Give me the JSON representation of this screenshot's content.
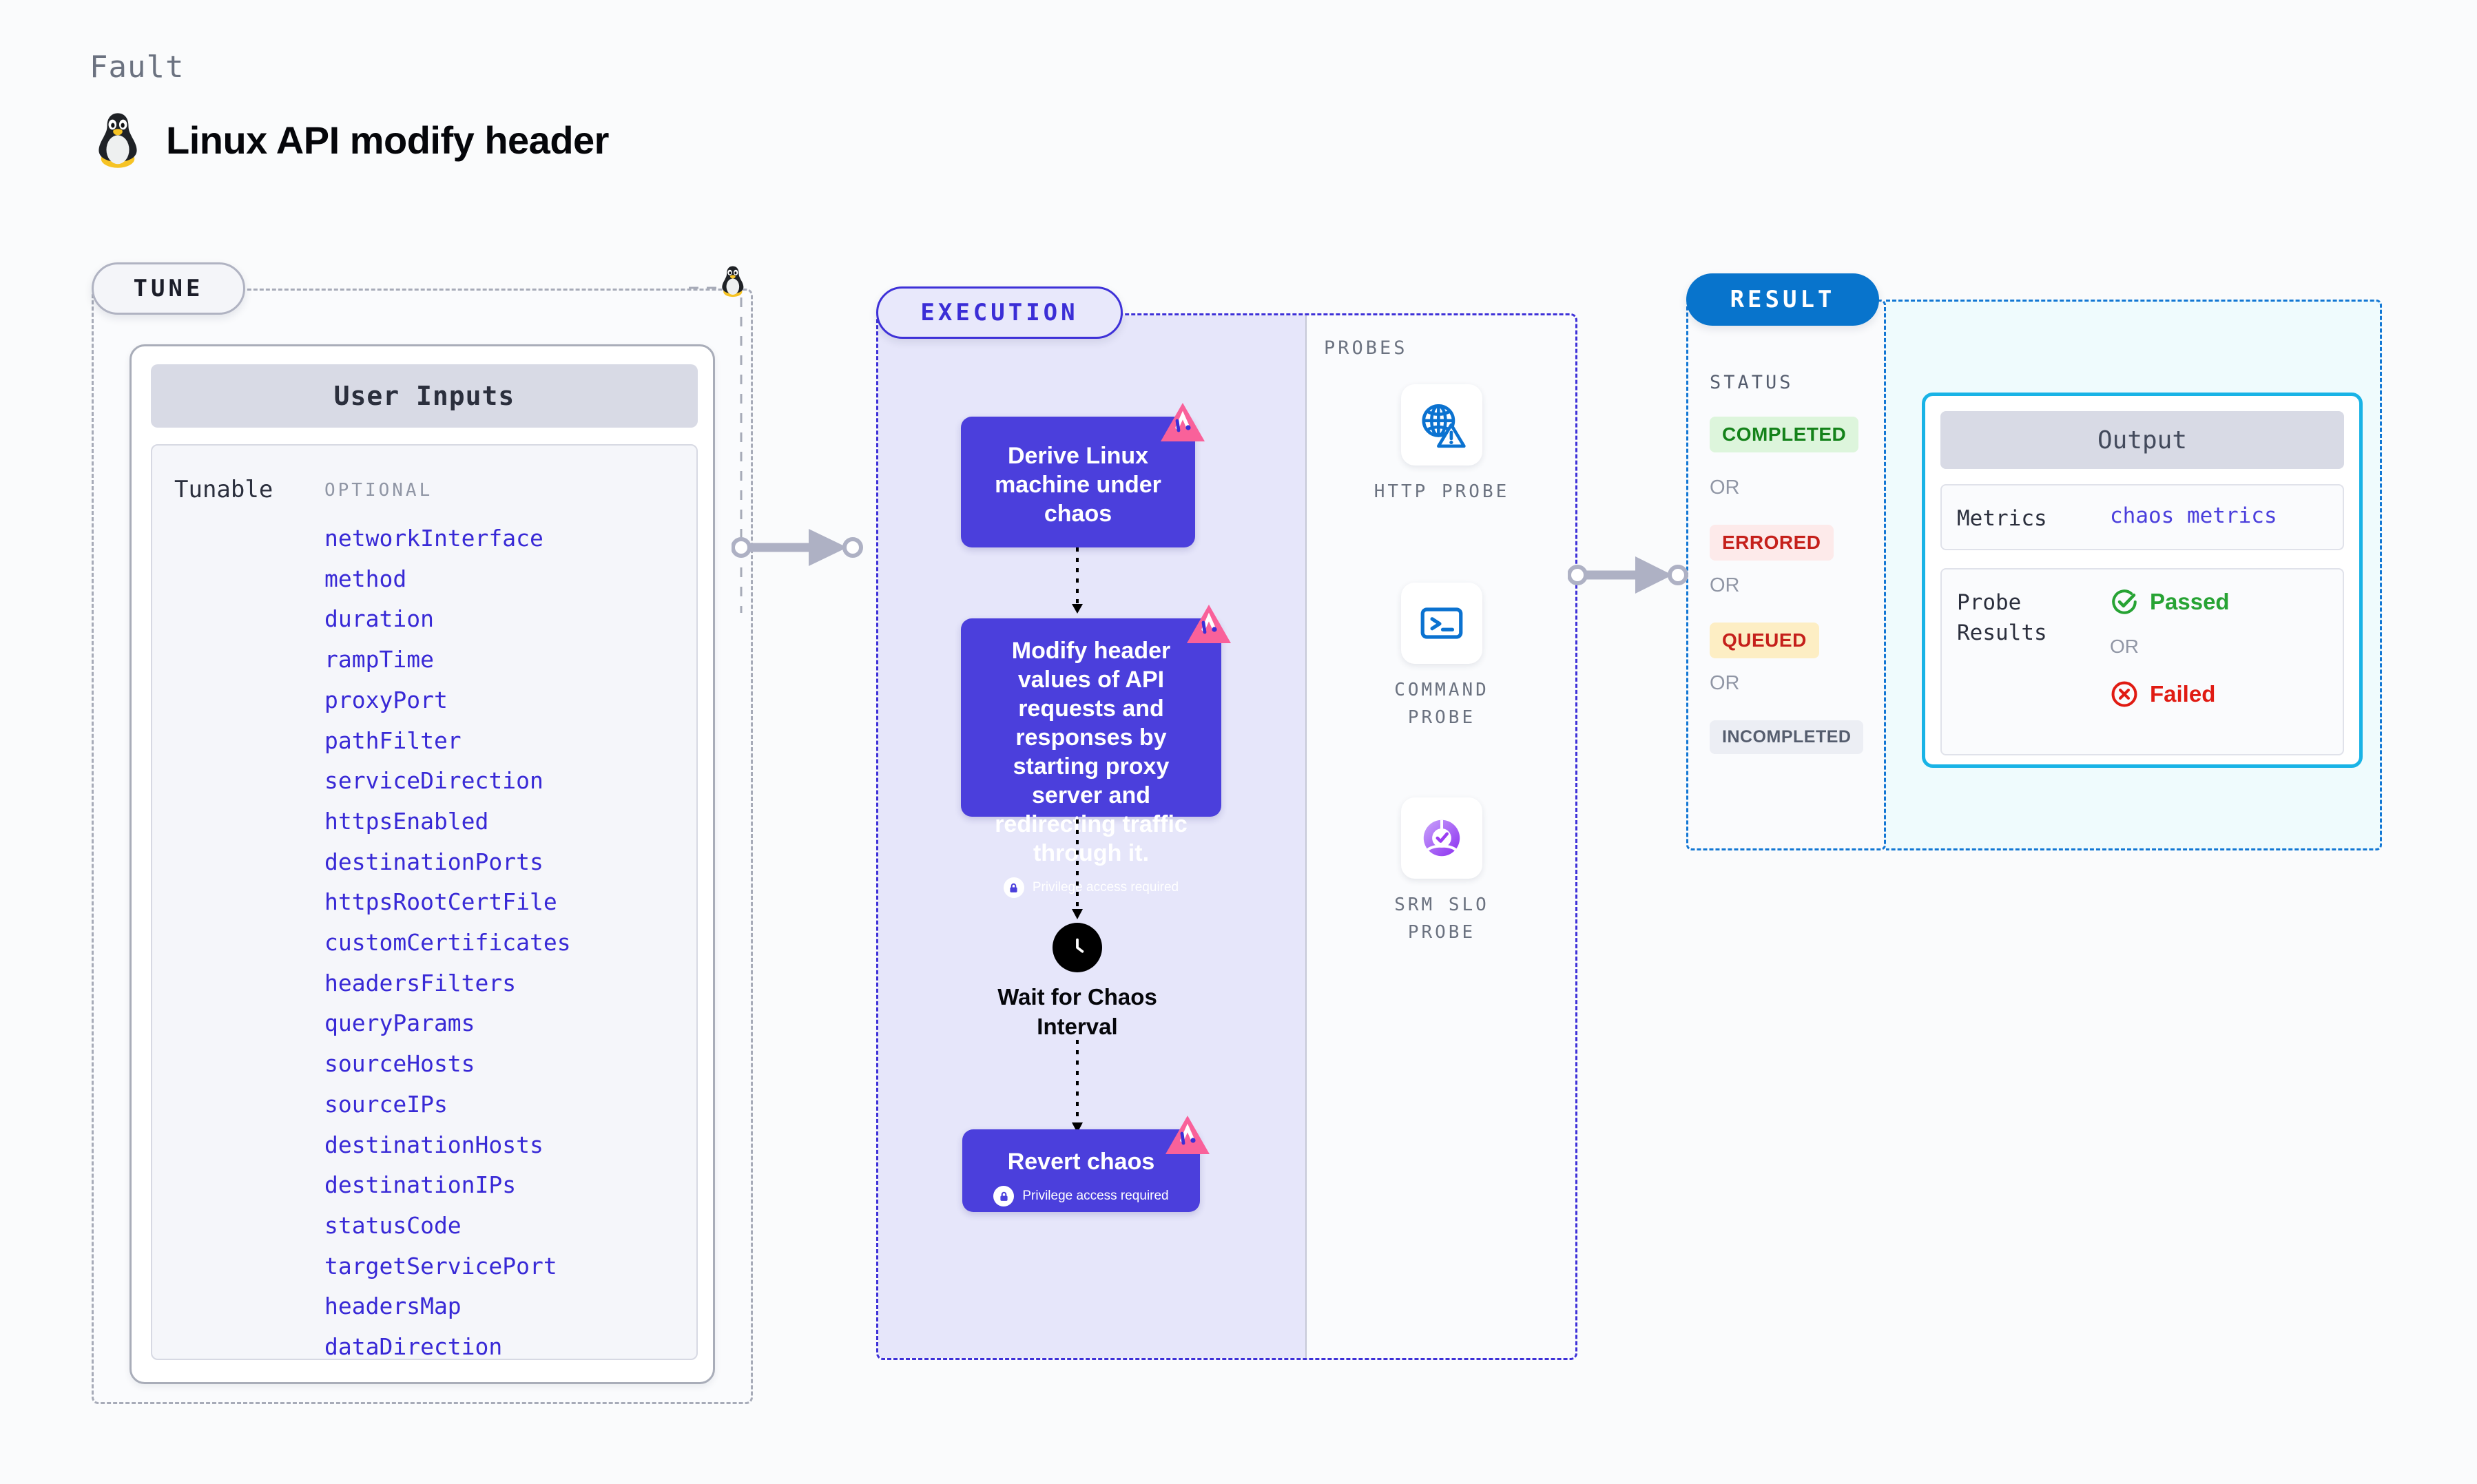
{
  "header": {
    "kicker": "Fault",
    "title": "Linux API modify header",
    "tux_icon": "linux-penguin-icon"
  },
  "tune": {
    "pill_label": "TUNE",
    "card_title": "User Inputs",
    "tunable_label": "Tunable",
    "optional_label": "OPTIONAL",
    "params": [
      "networkInterface",
      "method",
      "duration",
      "rampTime",
      "proxyPort",
      "pathFilter",
      "serviceDirection",
      "httpsEnabled",
      "destinationPorts",
      "httpsRootCertFile",
      "customCertificates",
      "headersFilters",
      "queryParams",
      "sourceHosts",
      "sourceIPs",
      "destinationHosts",
      "destinationIPs",
      "statusCode",
      "targetServicePort",
      "headersMap",
      "dataDirection"
    ]
  },
  "execution": {
    "pill_label": "EXECUTION",
    "nodes": [
      {
        "label": "Derive Linux machine under chaos",
        "privilege": null,
        "badge": "chaos-badge-icon"
      },
      {
        "label": "Modify header values of API requests and responses by starting proxy server and redirecting traffic through it.",
        "privilege": "Privilege access required",
        "badge": "chaos-badge-icon"
      },
      {
        "label": "Revert chaos",
        "privilege": "Privilege access required",
        "badge": "chaos-badge-icon"
      }
    ],
    "wait_node": {
      "label": "Wait for Chaos\nInterval",
      "icon": "clock-icon"
    }
  },
  "probes": {
    "title": "PROBES",
    "items": [
      {
        "name": "HTTP  PROBE",
        "icon": "globe-warning-icon"
      },
      {
        "name": "COMMAND\nPROBE",
        "icon": "terminal-icon"
      },
      {
        "name": "SRM  SLO\nPROBE",
        "icon": "srm-slo-donut-icon"
      }
    ]
  },
  "result": {
    "pill_label": "RESULT",
    "status_title": "STATUS",
    "or_label": "OR",
    "statuses": [
      {
        "label": "COMPLETED",
        "bg": "#ddf5dc",
        "fg": "#14821a"
      },
      {
        "label": "ERRORED",
        "bg": "#fdeaea",
        "fg": "#c5201b"
      },
      {
        "label": "QUEUED",
        "bg": "#fdeec4",
        "fg": "#c5201b"
      },
      {
        "label": "INCOMPLETED",
        "bg": "#eceef4",
        "fg": "#555d6e"
      }
    ],
    "output": {
      "title": "Output",
      "metrics_key": "Metrics",
      "metrics_value": "chaos metrics",
      "probe_key": "Probe\nResults",
      "passed_label": "Passed",
      "failed_label": "Failed",
      "or_label": "OR",
      "passed_icon": "check-circle-icon",
      "failed_icon": "x-circle-icon"
    }
  },
  "connectors": {
    "tune_to_execution": "arrow-right-icon",
    "execution_to_result": "arrow-right-icon"
  },
  "colors": {
    "accent_purple": "#4b3fdc",
    "accent_blue": "#0874cc",
    "accent_cyan": "#19b3e6",
    "chaos_pink": "#f9619a",
    "param_blue": "#3829d6"
  }
}
